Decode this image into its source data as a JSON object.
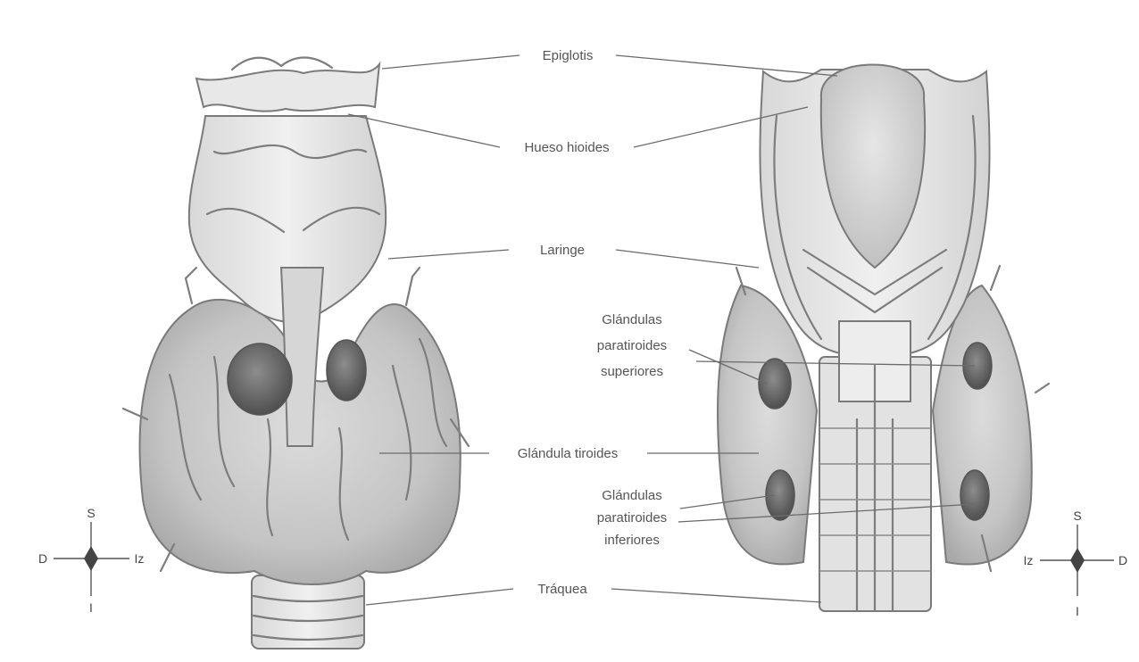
{
  "labels": {
    "epiglotis": "Epiglotis",
    "hueso_hioides": "Hueso hioides",
    "laringe": "Laringe",
    "paratiroides_sup_1": "Glándulas",
    "paratiroides_sup_2": "paratiroides",
    "paratiroides_sup_3": "superiores",
    "tiroides": "Glándula tiroides",
    "paratiroides_inf_1": "Glándulas",
    "paratiroides_inf_2": "paratiroides",
    "paratiroides_inf_3": "inferiores",
    "traquea": "Tráquea"
  },
  "compass_left": {
    "up": "S",
    "left": "D",
    "right": "Iz",
    "down": "I"
  },
  "compass_right": {
    "up": "S",
    "left": "Iz",
    "right": "D",
    "down": "I"
  },
  "colors": {
    "background": "#ffffff",
    "tissue_light": "#e4e4e4",
    "tissue_mid": "#c9c9c9",
    "tissue_dark": "#8a8a8a",
    "line": "#6b6b6b"
  }
}
